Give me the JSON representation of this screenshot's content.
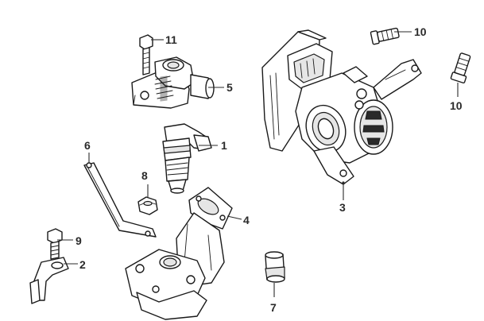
{
  "callouts": {
    "c1": "1",
    "c2": "2",
    "c3": "3",
    "c4": "4",
    "c5": "5",
    "c6": "6",
    "c7": "7",
    "c8": "8",
    "c9": "9",
    "c10a": "10",
    "c10b": "10",
    "c11": "11"
  },
  "colors": {
    "line": "#1a1a1a",
    "label": "#2a2a2a",
    "shade": "#e6e6e6"
  }
}
